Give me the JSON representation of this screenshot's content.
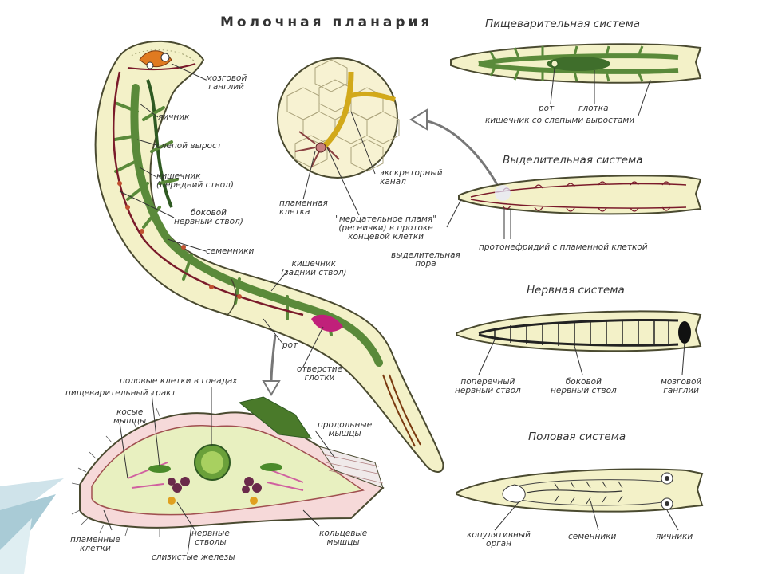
{
  "title": "Молочная планария",
  "systems": {
    "digestive": {
      "title": "Пищеварительная система",
      "mouth": "рот",
      "pharynx": "глотка",
      "intestine": "кишечник со слепыми выростами"
    },
    "excretory": {
      "title": "Выделительная система",
      "canal": "экскреторный\nканал",
      "flame_cell": "пламенная\nклетка",
      "cilia": "\"мерцательное пламя\"\n(реснички) в протоке\nконцевой клетки",
      "pore": "выделительная\nпора",
      "protonephridium": "протонефридий с пламенной клеткой"
    },
    "nervous": {
      "title": "Нервная система",
      "transverse": "поперечный\nнервный ствол",
      "lateral": "боковой\nнервный ствол",
      "ganglion": "мозговой\nганглий"
    },
    "reproductive": {
      "title": "Половая система",
      "copulatory": "копулятивный\nорган",
      "testes": "семенники",
      "ovaries": "яичники"
    }
  },
  "body_labels": {
    "brain": "мозговой\nганглий",
    "ovary": "яичник",
    "blind": "слепой вырост",
    "intestine_front": "кишечник\n(передний ствол)",
    "lateral_nerve": "боковой\nнервный ствол)",
    "testes": "семенники",
    "intestine_back": "кишечник\n(задний ствол)",
    "mouth": "рот",
    "pharynx_opening": "отверстие\nглотки"
  },
  "section_labels": {
    "gonad_cells": "половые клетки в гонадах",
    "digestive_tract": "пищеварительный тракт",
    "oblique": "косые\nмышцы",
    "longitudinal": "продольные\nмышцы",
    "flame_cells": "пламенные\nклетки",
    "nerve_trunks": "нервные\nстволы",
    "ring_muscles": "кольцевые\nмышцы",
    "mucous": "слизистые железы"
  },
  "colors": {
    "body": "#f3f1c8",
    "body_outline": "#4a4a30",
    "gut": "#5a8a3a",
    "gut_dark": "#2f5a22",
    "nerve": "#7a1a2a",
    "orange": "#e07a20",
    "pink": "#e8a0b0",
    "magenta": "#c0207a"
  }
}
